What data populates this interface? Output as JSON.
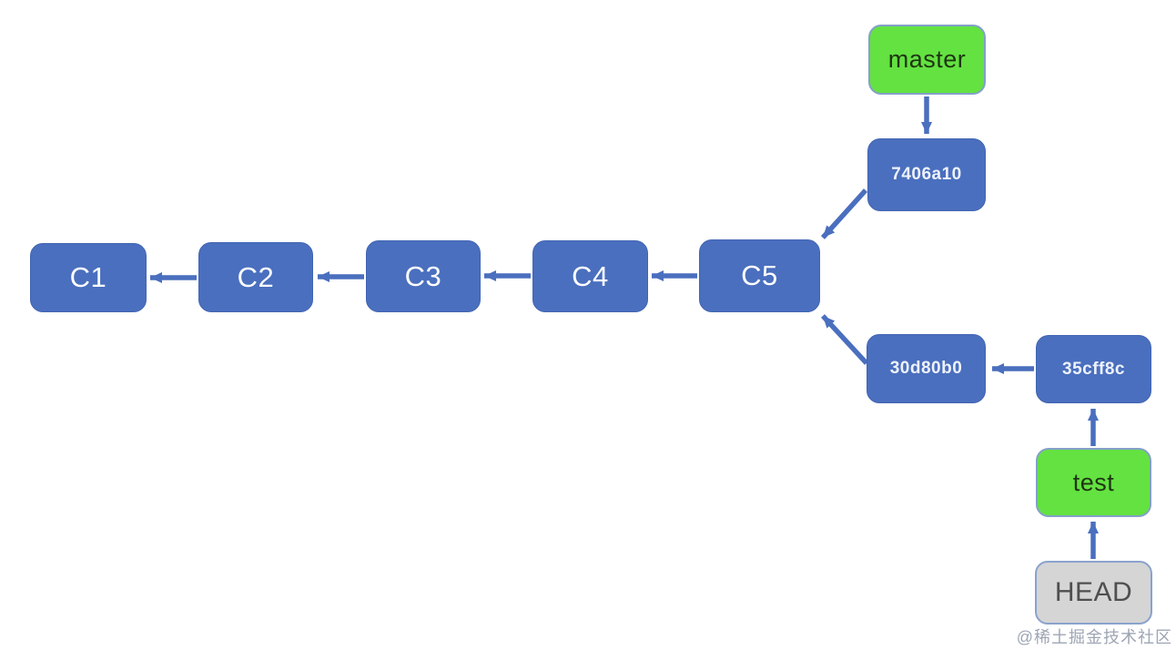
{
  "diagram": {
    "type": "git-commit-graph",
    "commits": [
      {
        "label": "C1"
      },
      {
        "label": "C2"
      },
      {
        "label": "C3"
      },
      {
        "label": "C4"
      },
      {
        "label": "C5"
      }
    ],
    "branch_commits": [
      {
        "label": "7406a10"
      },
      {
        "label": "30d80b0"
      },
      {
        "label": "35cff8c"
      }
    ],
    "refs": [
      {
        "label": "master"
      },
      {
        "label": "test"
      },
      {
        "label": "HEAD"
      }
    ],
    "edges": [
      {
        "from": "C2",
        "to": "C1"
      },
      {
        "from": "C3",
        "to": "C2"
      },
      {
        "from": "C4",
        "to": "C3"
      },
      {
        "from": "C5",
        "to": "C4"
      },
      {
        "from": "7406a10",
        "to": "C5"
      },
      {
        "from": "master",
        "to": "7406a10"
      },
      {
        "from": "30d80b0",
        "to": "C5"
      },
      {
        "from": "35cff8c",
        "to": "30d80b0"
      },
      {
        "from": "test",
        "to": "35cff8c"
      },
      {
        "from": "HEAD",
        "to": "test"
      }
    ],
    "colors": {
      "commit_fill": "#4a6fbe",
      "ref_fill": "#63e241",
      "head_fill": "#d5d5d5",
      "arrow": "#4a6fbe",
      "commit_text": "#ffffff",
      "ref_text": "#1f3513",
      "head_text": "#4f4f4f"
    }
  },
  "watermark": {
    "text": "@稀土掘金技术社区"
  }
}
